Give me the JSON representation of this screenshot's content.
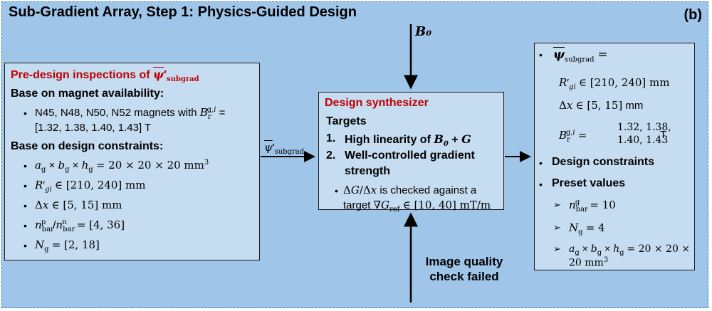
{
  "title": "Sub-Gradient Array, Step 1: Physics-Guided Design",
  "panel_label": "(b)",
  "b0_label": "B₀",
  "psi_arrow_label": "ψ̄′subgrad",
  "image_quality": [
    "Image quality",
    "check failed"
  ],
  "left_box": {
    "heading": "Pre-design inspections of ψ̄′subgrad",
    "section1": "Base on magnet availability:",
    "magnets_line1": "N45, N48, N50, N52 magnets with B_r^{g,i} =",
    "magnets_line2": "[1.32, 1.38, 1.40, 1.43] T",
    "section2": "Base on design constraints:",
    "constraints": [
      "a_g × b_g × h_g = 20 × 20 × 20 mm³",
      "R′_gi ∈ [210, 240] mm",
      "Δx ∈ [5, 15] mm",
      "n^p_bar / n^n_bar = [4, 36]",
      "N_g = [2, 18]"
    ]
  },
  "mid_box": {
    "heading": "Design synthesizer",
    "targets": "Targets",
    "item1_num": "1.",
    "item1": "High linearity of B₀ + G",
    "item2_num": "2.",
    "item2_line1": "Well-controlled gradient",
    "item2_line2": "strength",
    "check_line1": "ΔG/Δx is checked against a",
    "check_line2": "target ∇G_ref ∈ [10, 40] mT/m"
  },
  "right_box": {
    "psi_title": "ψ̄_subgrad =",
    "brace_items": [
      "R′_gi ∈ [210, 240] mm",
      "Δx ∈ [5, 15] mm",
      "B_r^{g,i} = [1.32, 1.38, 1.40, 1.43] T"
    ],
    "matrix_row1": "1.32, 1.38,",
    "matrix_row2": "1.40, 1.43",
    "design_constraints": "Design constraints",
    "preset_values": "Preset values",
    "presets": [
      "n^g_bar = 10",
      "N_g = 4",
      "a_g × b_g × h_g = 20 × 20 × 20 mm³"
    ]
  },
  "colors": {
    "panel_bg": "#9fc5e8",
    "box_bg": "#c6dcf0",
    "heading_red": "#c00000",
    "border_dash": "#3d7fc1"
  }
}
